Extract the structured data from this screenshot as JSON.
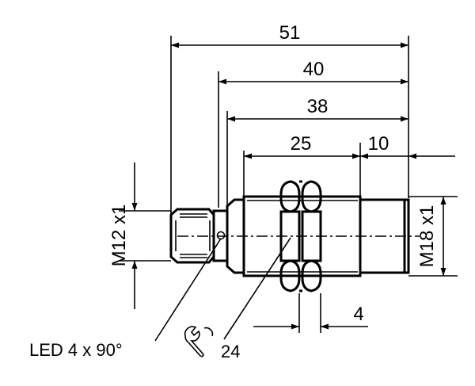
{
  "dimensions": {
    "overall_length": "51",
    "body_length": "40",
    "thread_to_end": "38",
    "thread_length": "25",
    "sensing_face": "10",
    "nut_thickness": "4",
    "connector_thread": "M12 x1",
    "housing_thread": "M18 x1"
  },
  "callouts": {
    "led": "LED 4 x 90°",
    "wrench_size": "24"
  },
  "icons": {
    "wrench": "wrench-icon"
  }
}
